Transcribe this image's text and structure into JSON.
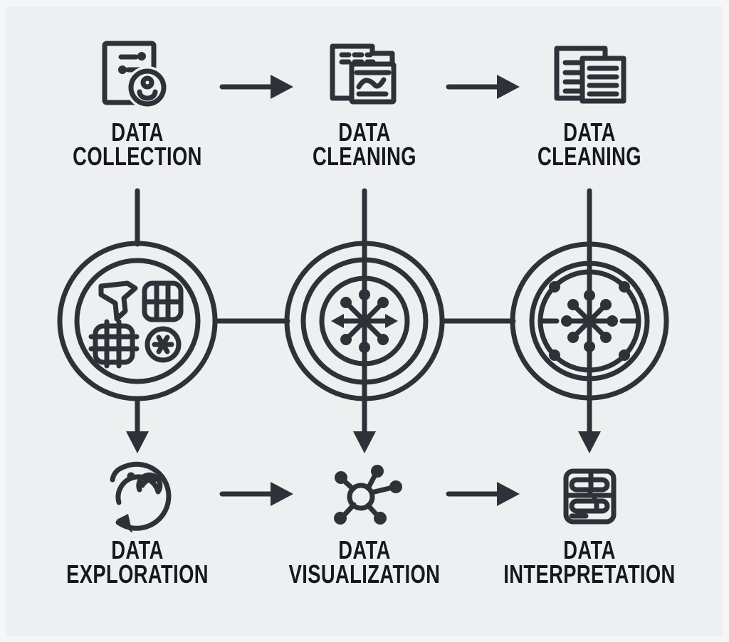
{
  "diagram": {
    "background_color": "#edeff0",
    "line_color": "#2d3238",
    "text_color": "#16181b",
    "top_row": [
      {
        "line1": "DATA",
        "line2": "COLLECTION",
        "icon": "document-profile-icon"
      },
      {
        "line1": "DATA",
        "line2": "CLEANING",
        "icon": "stacked-documents-chart-icon"
      },
      {
        "line1": "DATA",
        "line2": "CLEANING",
        "icon": "overlapping-documents-icon"
      }
    ],
    "middle_row_icons": [
      {
        "icon": "data-grid-circle-icon"
      },
      {
        "icon": "network-hub-target-circle-icon"
      },
      {
        "icon": "network-hub-ring-dots-circle-icon"
      }
    ],
    "bottom_row": [
      {
        "line1": "DATA",
        "line2": "EXPLORATION",
        "icon": "swirl-icon"
      },
      {
        "line1": "DATA",
        "line2": "VISUALIZATION",
        "icon": "network-node-icon"
      },
      {
        "line1": "DATA",
        "line2": "INTERPRETATION",
        "icon": "pipeline-card-icon"
      }
    ]
  }
}
